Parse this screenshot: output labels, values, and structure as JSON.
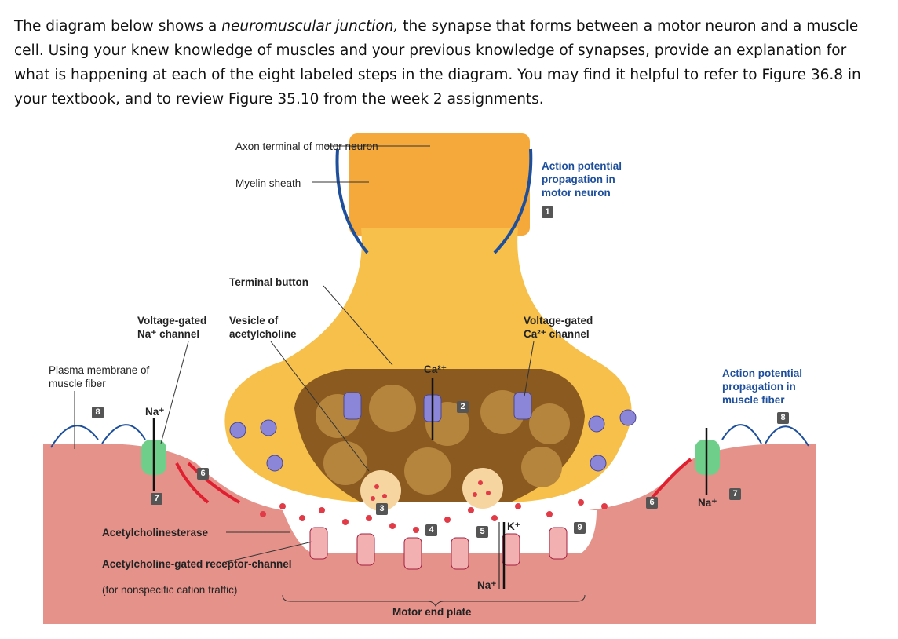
{
  "prompt": {
    "part1": "The diagram below shows a ",
    "italic": "neuromuscular junction,",
    "part2": " the synapse that forms between a motor neuron and a muscle cell. Using your knew knowledge of muscles and your previous knowledge of synapses, provide an explanation for what is happening at each of the eight labeled steps in the diagram. You may find it helpful to refer to Figure 36.8 in your textbook, and to review Figure 35.10 from the week 2 assignments."
  },
  "diagram": {
    "labels": {
      "axon_terminal": "Axon terminal of motor neuron",
      "myelin": "Myelin sheath",
      "ap_motor": "Action potential propagation in motor neuron",
      "terminal_button": "Terminal button",
      "vg_na": "Voltage-gated Na⁺ channel",
      "vesicle": "Vesicle of acetylcholine",
      "vg_ca": "Voltage-gated Ca²⁺ channel",
      "plasma_membrane": "Plasma membrane of muscle fiber",
      "ap_muscle": "Action potential propagation in muscle fiber",
      "ache": "Acetylcholinesterase",
      "receptor": "Acetylcholine-gated receptor-channel",
      "receptor_note": "(for nonspecific cation traffic)",
      "motor_end_plate": "Motor end plate",
      "ca": "Ca²⁺",
      "na_left": "Na⁺",
      "na_right": "Na⁺",
      "na_center": "Na⁺",
      "k": "K⁺"
    },
    "steps": [
      "1",
      "2",
      "3",
      "4",
      "5",
      "6",
      "6",
      "7",
      "7",
      "8",
      "8",
      "9"
    ],
    "colors": {
      "muscle": "#e5928a",
      "terminal": "#f6c04a",
      "vesicle": "#a77a35",
      "ach": "#e23a46",
      "arrow_blue": "#1d4f9c",
      "arrow_red": "#e02030",
      "channel": "#8b86d8"
    }
  }
}
